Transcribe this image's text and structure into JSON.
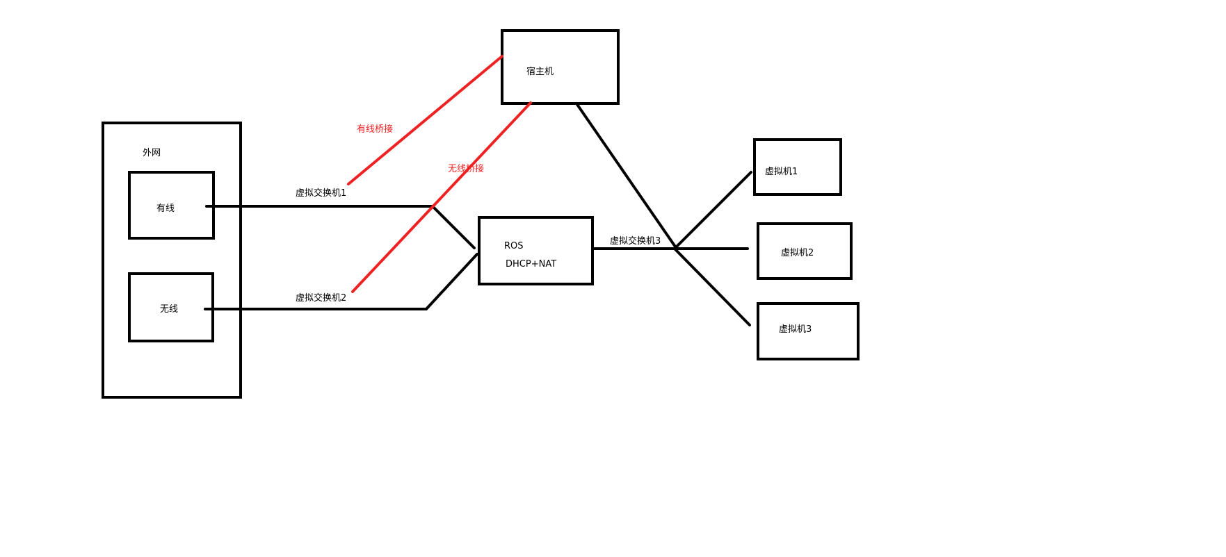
{
  "nodes": {
    "external": "外网",
    "wired": "有线",
    "wireless": "无线",
    "host": "宿主机",
    "ros": "ROS",
    "ros_services": "DHCP+NAT",
    "vm1": "虚拟机1",
    "vm2": "虚拟机2",
    "vm3": "虚拟机3"
  },
  "links": {
    "switch1": "虚拟交换机1",
    "switch2": "虚拟交换机2",
    "switch3": "虚拟交换机3",
    "wired_bridge": "有线桥接",
    "wireless_bridge": "无线桥接"
  },
  "colors": {
    "bridge": "#ee2222",
    "line": "#000000"
  }
}
